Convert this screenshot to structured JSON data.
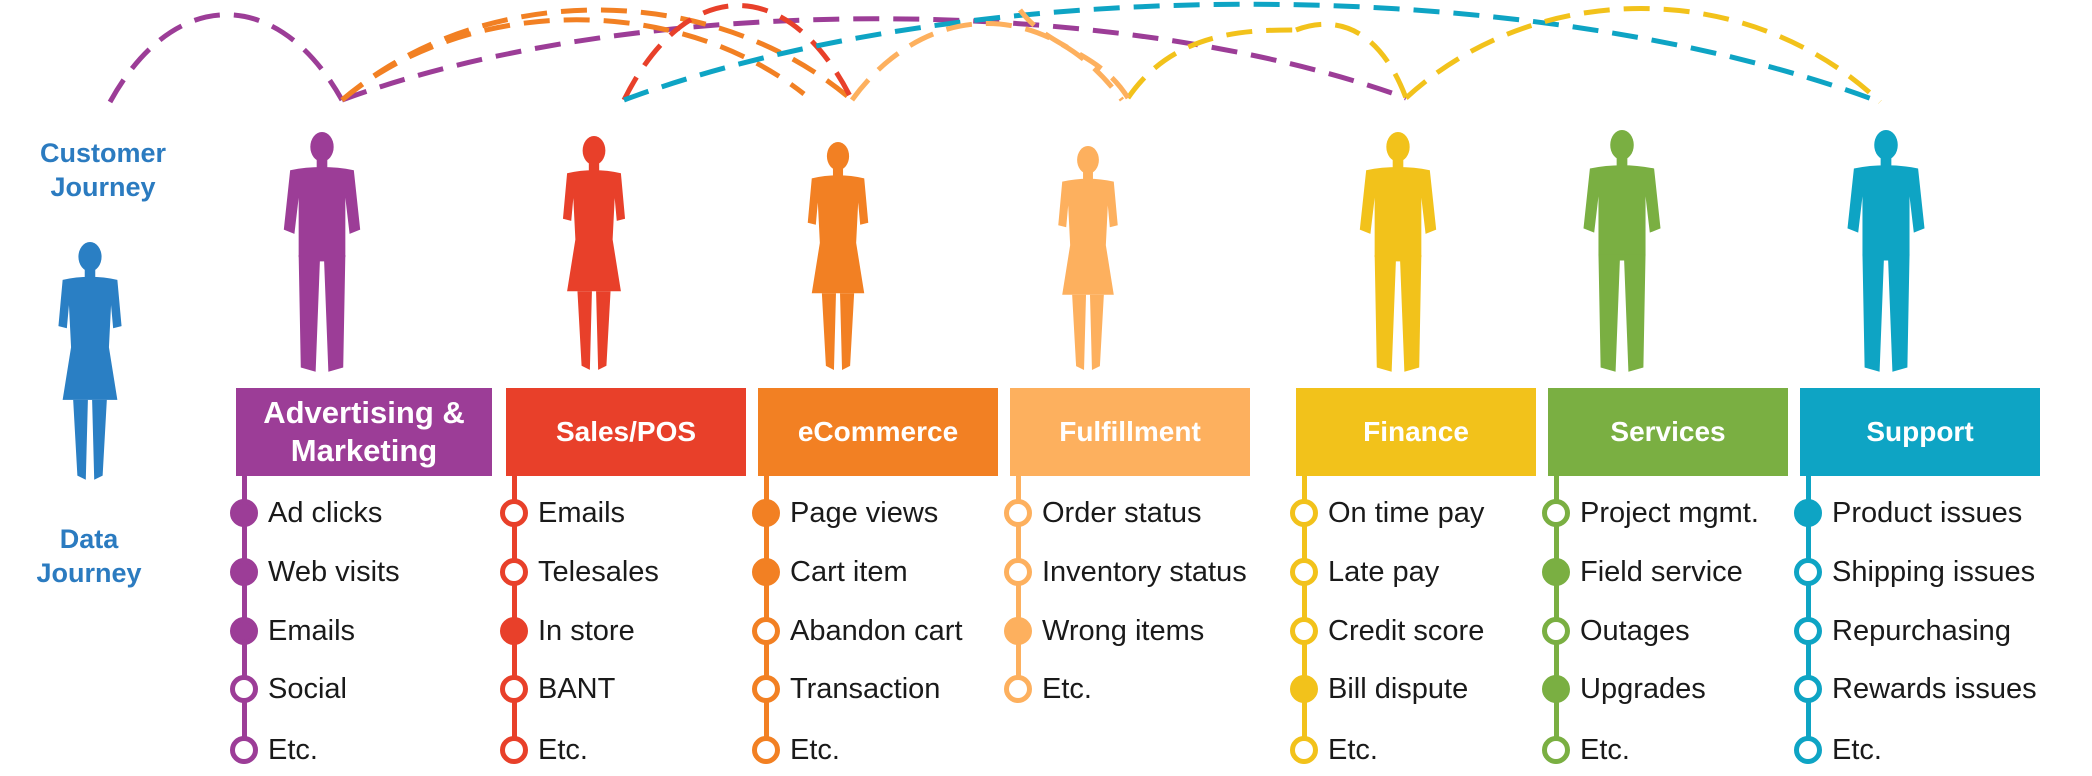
{
  "side_labels": {
    "customer": [
      "Customer",
      "Journey"
    ],
    "data": [
      "Data",
      "Journey"
    ]
  },
  "colors": {
    "side_label": "#2b7bc0",
    "customer_figure": "#2a7fc4"
  },
  "figure_icons": [
    "person-silhouette-icon"
  ],
  "columns": [
    {
      "key": "advertising",
      "header": [
        "Advertising &",
        "Marketing"
      ],
      "color": "#9c3d97",
      "items": [
        {
          "label": "Ad clicks",
          "filled": true
        },
        {
          "label": "Web visits",
          "filled": true
        },
        {
          "label": "Emails",
          "filled": true
        },
        {
          "label": "Social",
          "filled": false
        },
        {
          "label": "Etc.",
          "filled": false
        }
      ]
    },
    {
      "key": "sales",
      "header": [
        "Sales/POS"
      ],
      "color": "#e8402a",
      "items": [
        {
          "label": "Emails",
          "filled": false
        },
        {
          "label": "Telesales",
          "filled": false
        },
        {
          "label": "In store",
          "filled": true
        },
        {
          "label": "BANT",
          "filled": false
        },
        {
          "label": "Etc.",
          "filled": false
        }
      ]
    },
    {
      "key": "ecommerce",
      "header": [
        "eCommerce"
      ],
      "color": "#f28023",
      "items": [
        {
          "label": "Page views",
          "filled": true
        },
        {
          "label": "Cart item",
          "filled": true
        },
        {
          "label": "Abandon cart",
          "filled": false
        },
        {
          "label": "Transaction",
          "filled": false
        },
        {
          "label": "Etc.",
          "filled": false
        }
      ]
    },
    {
      "key": "fulfillment",
      "header": [
        "Fulfillment"
      ],
      "color": "#fdb05e",
      "items": [
        {
          "label": "Order status",
          "filled": false
        },
        {
          "label": "Inventory status",
          "filled": false
        },
        {
          "label": "Wrong items",
          "filled": true
        },
        {
          "label": "Etc.",
          "filled": false
        }
      ]
    },
    {
      "key": "finance",
      "header": [
        "Finance"
      ],
      "color": "#f2c21b",
      "items": [
        {
          "label": "On time pay",
          "filled": false
        },
        {
          "label": "Late pay",
          "filled": false
        },
        {
          "label": "Credit score",
          "filled": false
        },
        {
          "label": "Bill dispute",
          "filled": true
        },
        {
          "label": "Etc.",
          "filled": false
        }
      ]
    },
    {
      "key": "services",
      "header": [
        "Services"
      ],
      "color": "#7aaf42",
      "items": [
        {
          "label": "Project mgmt.",
          "filled": false
        },
        {
          "label": "Field service",
          "filled": true
        },
        {
          "label": "Outages",
          "filled": false
        },
        {
          "label": "Upgrades",
          "filled": true
        },
        {
          "label": "Etc.",
          "filled": false
        }
      ]
    },
    {
      "key": "support",
      "header": [
        "Support"
      ],
      "color": "#0ea4c4",
      "items": [
        {
          "label": "Product issues",
          "filled": true
        },
        {
          "label": "Shipping issues",
          "filled": false
        },
        {
          "label": "Repurchasing",
          "filled": false
        },
        {
          "label": "Rewards issues",
          "filled": false
        },
        {
          "label": "Etc.",
          "filled": false
        }
      ]
    }
  ]
}
